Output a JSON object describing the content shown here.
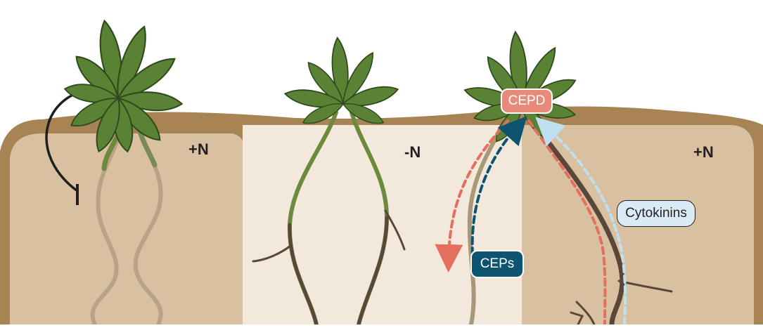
{
  "labels": {
    "left_condition": "+N",
    "middle_condition": "-N",
    "right_condition": "+N"
  },
  "badges": {
    "cepd": "CEPD",
    "ceps": "CEPs",
    "cytokinins": "Cytokinins"
  },
  "colors": {
    "soil_top": "#a88353",
    "soil_fill": "#d8c0a1",
    "soil_light": "#f3e8dc",
    "leaf": "#5a8234",
    "leaf_outline": "#2f4a1c",
    "root_dark": "#5b4739",
    "root_light": "#b8a288",
    "cepd_fill": "#e88a7a",
    "ceps_fill": "#0d5470",
    "cytokinins_fill": "#d9ecf6",
    "arrow_red": "#e46f5e",
    "arrow_blue": "#0d5470",
    "arrow_lightblue": "#bfe0f0",
    "inhibit_line": "#1f1f1f"
  }
}
